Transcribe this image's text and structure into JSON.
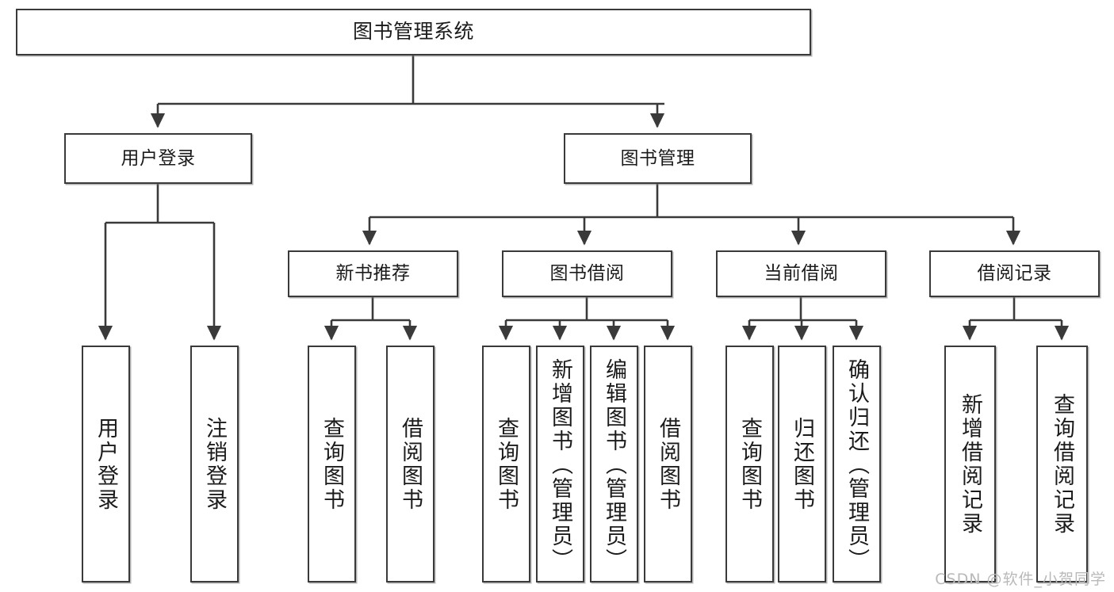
{
  "diagram": {
    "title": "图书管理系统",
    "type": "hierarchy-tree",
    "watermark": "CSDN @软件_小贺同学",
    "colors": {
      "box_border": "#3a3a3a",
      "box_fill": "#ffffff",
      "connector": "#3a3a3a",
      "text": "#1b1b1b",
      "watermark": "#b9b9b9",
      "background": "#ffffff"
    },
    "levels": {
      "root": "图书管理系统",
      "level2": [
        "用户登录",
        "图书管理"
      ],
      "level3": [
        "新书推荐",
        "图书借阅",
        "当前借阅",
        "借阅记录"
      ],
      "leaves": [
        "用户登录",
        "注销登录",
        "查询图书",
        "借阅图书",
        "查询图书",
        "新增图书（管理员）",
        "编辑图书（管理员）",
        "借阅图书",
        "查询图书",
        "归还图书",
        "确认归还（管理员）",
        "新增借阅记录",
        "查询借阅记录"
      ]
    },
    "nodes": {
      "root": {
        "label": "图书管理系统"
      },
      "user_login": {
        "label": "用户登录"
      },
      "book_manage": {
        "label": "图书管理"
      },
      "new_book_rec": {
        "label": "新书推荐"
      },
      "book_borrow": {
        "label": "图书借阅"
      },
      "current_borrow": {
        "label": "当前借阅"
      },
      "borrow_record": {
        "label": "借阅记录"
      },
      "leaf_user_login": {
        "label": "用户登录"
      },
      "leaf_logout": {
        "label": "注销登录"
      },
      "leaf_query_book_1": {
        "label": "查询图书"
      },
      "leaf_borrow_book_1": {
        "label": "借阅图书"
      },
      "leaf_query_book_2": {
        "label": "查询图书"
      },
      "leaf_add_book": {
        "label": "新增图书（管理员）"
      },
      "leaf_edit_book": {
        "label": "编辑图书（管理员）"
      },
      "leaf_borrow_book_2": {
        "label": "借阅图书"
      },
      "leaf_query_book_3": {
        "label": "查询图书"
      },
      "leaf_return_book": {
        "label": "归还图书"
      },
      "leaf_confirm_return": {
        "label": "确认归还（管理员）"
      },
      "leaf_add_record": {
        "label": "新增借阅记录"
      },
      "leaf_query_record": {
        "label": "查询借阅记录"
      }
    }
  }
}
